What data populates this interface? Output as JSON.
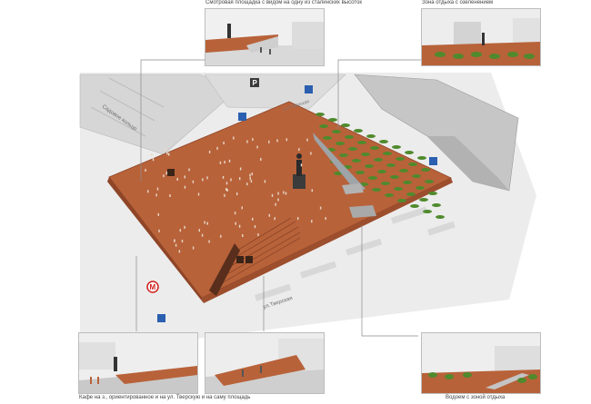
{
  "captions": {
    "top_left": "Смотровая площадка с видом на одну из сталинских высоток",
    "top_right": "Зона отдыха с озеленением",
    "bottom_left": "Кафе на з., ориентированное и на ул. Тверскую и на саму площадь",
    "bottom_right": "Водоем с зоной отдыха"
  },
  "street_labels": {
    "tverskaya": "ул.Тверская",
    "sadovoe": "Садовое кольцо",
    "other": "1-я Тверская"
  },
  "signs": {
    "parking": "P",
    "metro": "M"
  },
  "colors": {
    "plaza": "#b8623a",
    "plaza_dark": "#8f4527",
    "greenery": "#4f8a2c",
    "building": "#cfcfcf",
    "road": "#e6e6e6",
    "sign_blue": "#2b5fb0",
    "metro_red": "#d0211c"
  },
  "icons": [
    "parking-icon",
    "pedestrian-icon",
    "metro-icon",
    "wc-icon",
    "cafe-icon",
    "monument-icon",
    "tree-icon"
  ]
}
